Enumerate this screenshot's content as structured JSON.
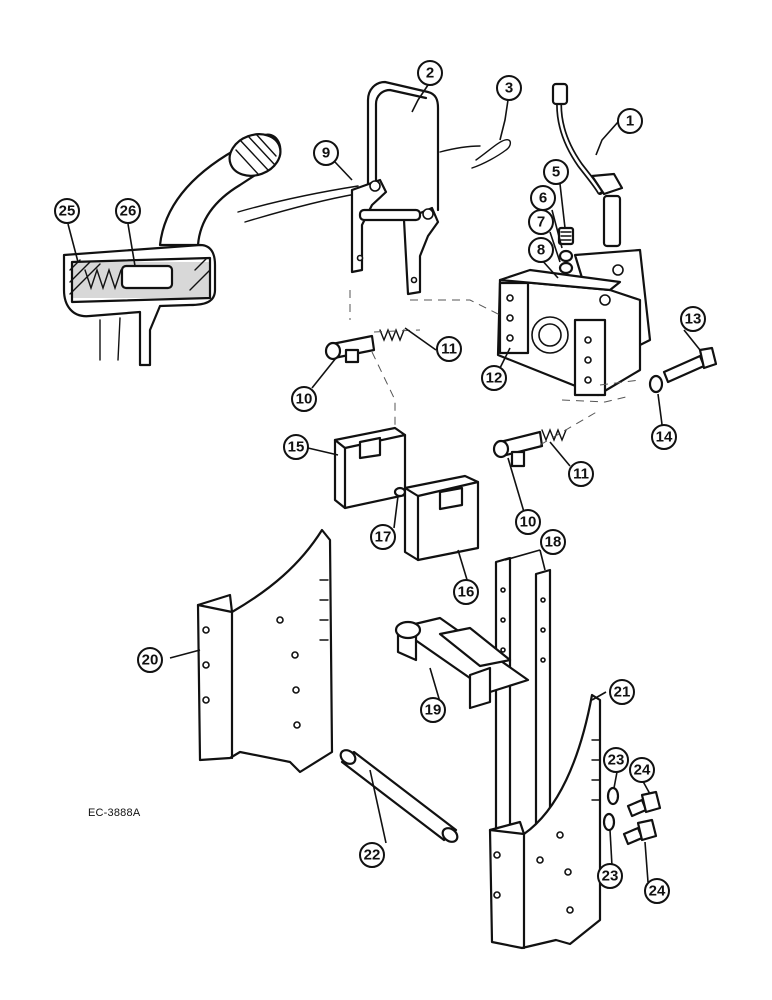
{
  "drawing_ref": "EC-3888A",
  "callouts": [
    {
      "id": "callout-1",
      "label": "1"
    },
    {
      "id": "callout-2",
      "label": "2"
    },
    {
      "id": "callout-3",
      "label": "3"
    },
    {
      "id": "callout-5",
      "label": "5"
    },
    {
      "id": "callout-6",
      "label": "6"
    },
    {
      "id": "callout-7",
      "label": "7"
    },
    {
      "id": "callout-8",
      "label": "8"
    },
    {
      "id": "callout-9",
      "label": "9"
    },
    {
      "id": "callout-10a",
      "label": "10"
    },
    {
      "id": "callout-10b",
      "label": "10"
    },
    {
      "id": "callout-11a",
      "label": "11"
    },
    {
      "id": "callout-11b",
      "label": "11"
    },
    {
      "id": "callout-12",
      "label": "12"
    },
    {
      "id": "callout-13",
      "label": "13"
    },
    {
      "id": "callout-14",
      "label": "14"
    },
    {
      "id": "callout-15",
      "label": "15"
    },
    {
      "id": "callout-16",
      "label": "16"
    },
    {
      "id": "callout-17",
      "label": "17"
    },
    {
      "id": "callout-18",
      "label": "18"
    },
    {
      "id": "callout-19",
      "label": "19"
    },
    {
      "id": "callout-20",
      "label": "20"
    },
    {
      "id": "callout-21",
      "label": "21"
    },
    {
      "id": "callout-22",
      "label": "22"
    },
    {
      "id": "callout-23a",
      "label": "23"
    },
    {
      "id": "callout-23b",
      "label": "23"
    },
    {
      "id": "callout-24a",
      "label": "24"
    },
    {
      "id": "callout-24b",
      "label": "24"
    },
    {
      "id": "callout-25",
      "label": "25"
    },
    {
      "id": "callout-26",
      "label": "26"
    }
  ]
}
